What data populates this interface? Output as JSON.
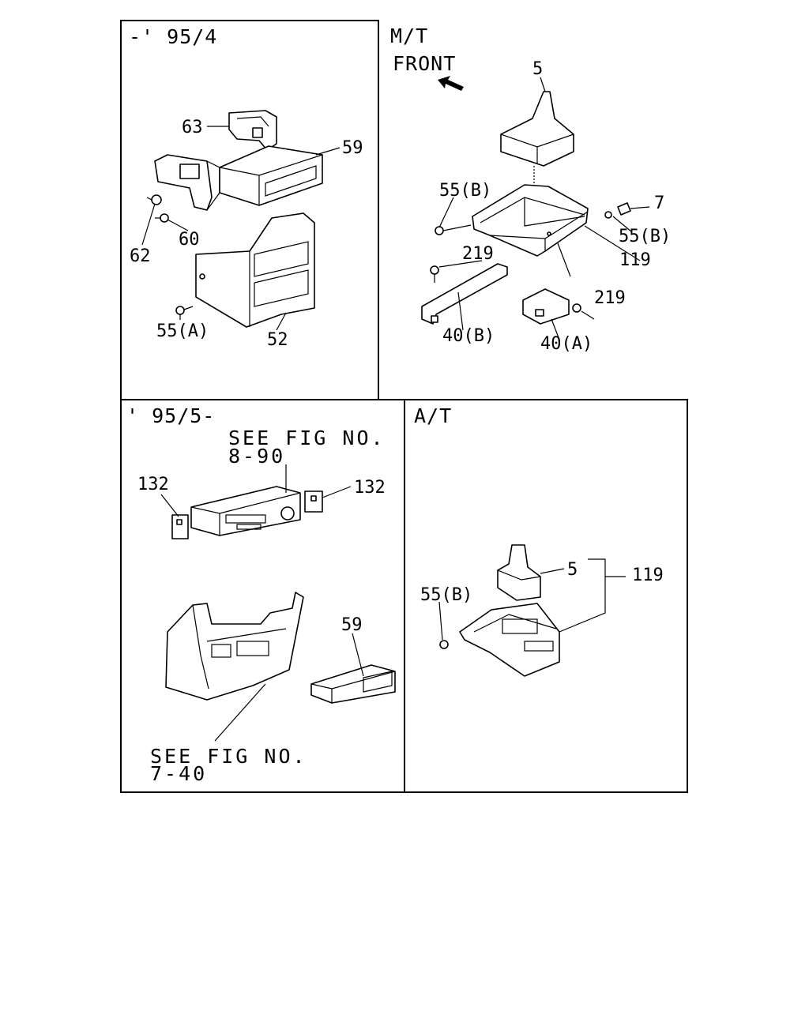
{
  "panels": {
    "top_left": {
      "header": "-' 95/4"
    },
    "top_right": {
      "header": "M/T",
      "front": "FRONT"
    },
    "bottom_left": {
      "header": "' 95/5-",
      "see_top_1": "SEE FIG NO.",
      "see_top_2": "8-90",
      "see_bottom_1": "SEE FIG NO.",
      "see_bottom_2": "7-40"
    },
    "bottom_right": {
      "header": "A/T"
    }
  },
  "labels": {
    "tl_63": "63",
    "tl_59": "59",
    "tl_60": "60",
    "tl_62": "62",
    "tl_55a": "55(A)",
    "tl_52": "52",
    "tr_5": "5",
    "tr_55b_left": "55(B)",
    "tr_7": "7",
    "tr_55b_right": "55(B)",
    "tr_119": "119",
    "tr_219_left": "219",
    "tr_219_right": "219",
    "tr_40b": "40(B)",
    "tr_40a": "40(A)",
    "bl_132_left": "132",
    "bl_132_right": "132",
    "bl_59": "59",
    "br_5": "5",
    "br_119": "119",
    "br_55b": "55(B)"
  },
  "icons": [
    "front-arrow-icon"
  ]
}
